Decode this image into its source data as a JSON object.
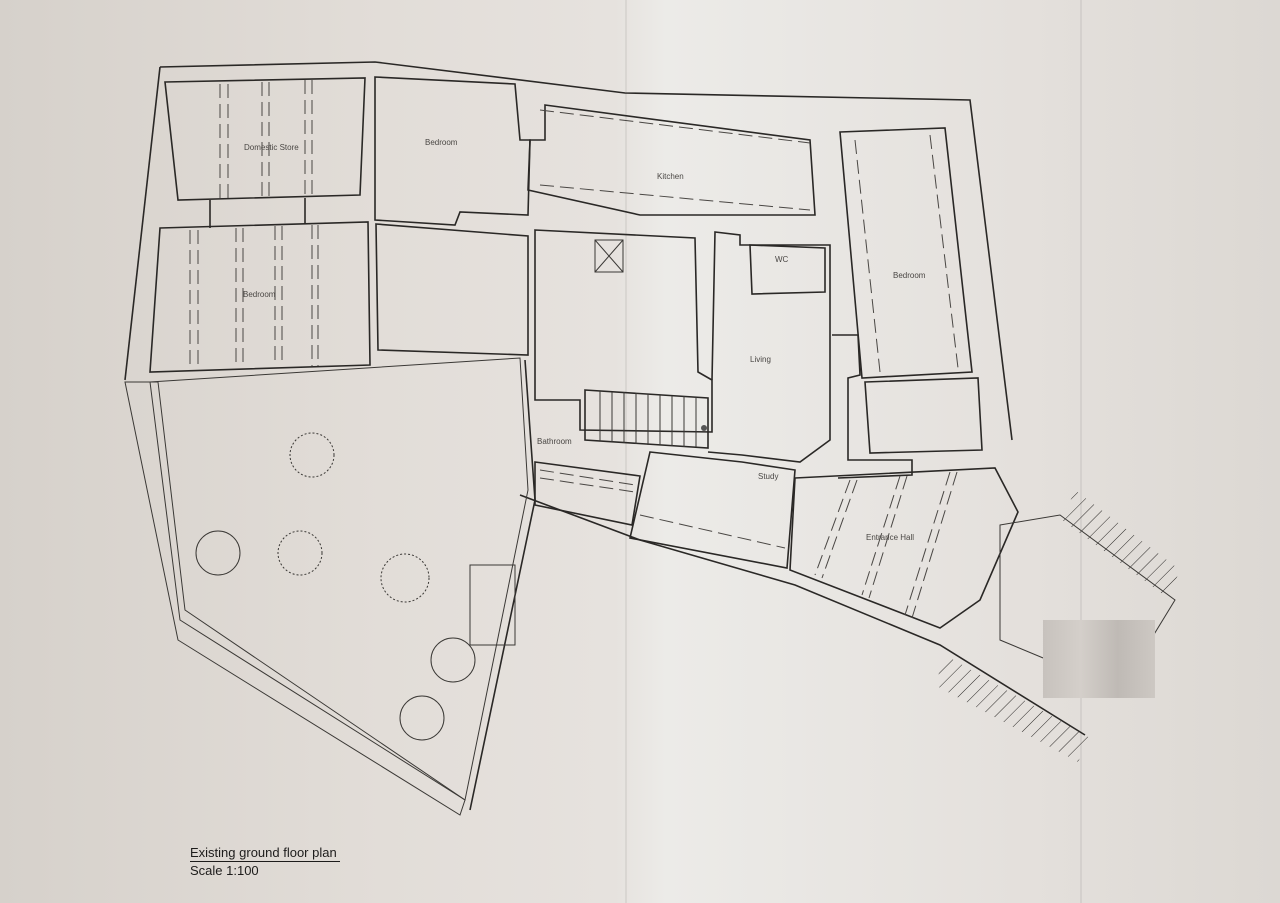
{
  "plan": {
    "title": "Existing ground floor plan",
    "scale": "Scale 1:100",
    "rooms": {
      "domestic_store": "Domestic Store",
      "bedroom_top": "Bedroom",
      "kitchen": "Kitchen",
      "wc": "WC",
      "bedroom_right": "Bedroom",
      "bedroom_left": "Bedroom",
      "living": "Living",
      "bathroom": "Bathroom",
      "study": "Study",
      "entrance_hall": "Entrance Hall"
    }
  }
}
